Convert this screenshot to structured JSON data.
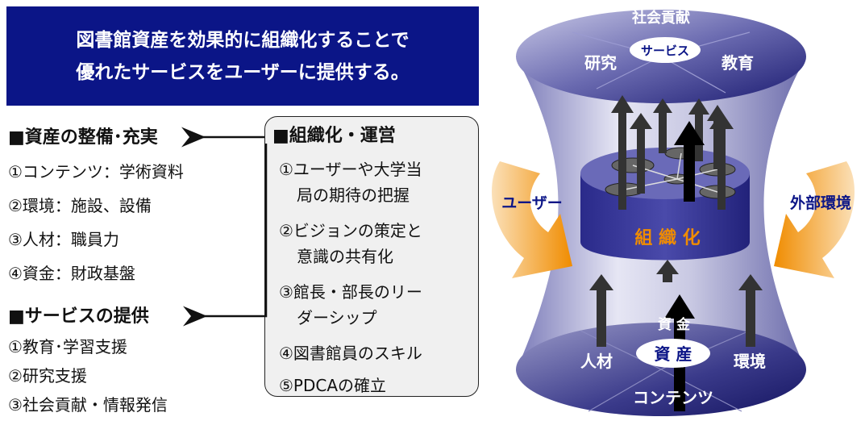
{
  "banner": {
    "line1": "図書館資産を効果的に組織化することで",
    "line2": "優れたサービスをユーザーに提供する。"
  },
  "assets": {
    "title": "■資産の整備･充実",
    "items": [
      "①コンテンツ：学術資料",
      "②環境：施設、設備",
      "③人材：職員力",
      "④資金：財政基盤"
    ]
  },
  "services": {
    "title": "■サービスの提供",
    "items": [
      "①教育･学習支援",
      "②研究支援",
      "③社会貢献・情報発信"
    ]
  },
  "organization": {
    "title": "■組織化・運営",
    "items": [
      {
        "line1": "①ユーザーや大学当",
        "line2": "局の期待の把握"
      },
      {
        "line1": "②ビジョンの策定と",
        "line2": "意識の共有化"
      },
      {
        "line1": "③館長・部長のリー",
        "line2": "ダーシップ"
      },
      {
        "line1": "④図書館員のスキル",
        "line2": ""
      },
      {
        "line1": "⑤PDCAの確立",
        "line2": ""
      }
    ]
  },
  "diagram": {
    "top_social": "社会貢献",
    "top_service": "サービス",
    "top_research": "研究",
    "top_education": "教育",
    "user": "ユーザー",
    "external": "外部環境",
    "organize": "組 織 化",
    "bottom_funds": "資 金",
    "bottom_assets": "資 産",
    "bottom_people": "人材",
    "bottom_environment": "環境",
    "bottom_contents": "コンテンツ",
    "colors": {
      "navy": "#0b1587",
      "orange": "#f08c00",
      "purple_dark": "#3a3a8a"
    }
  }
}
